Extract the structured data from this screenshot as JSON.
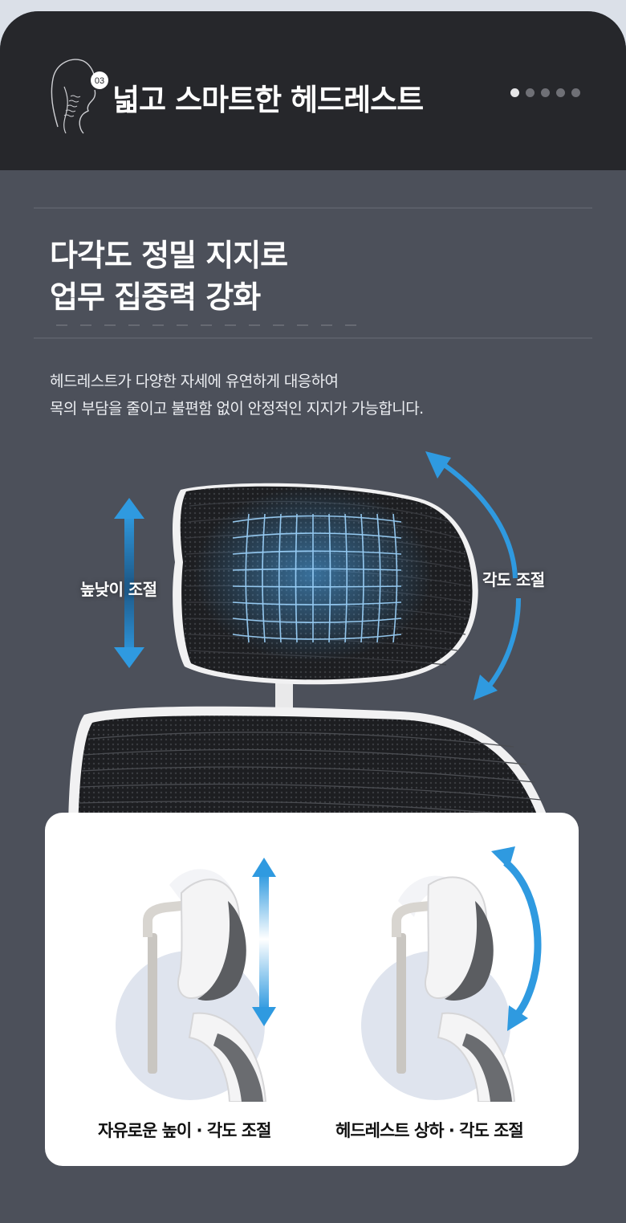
{
  "header": {
    "step_badge": "03",
    "title": "넓고 스마트한 헤드레스트",
    "pagination": {
      "total": 5,
      "active_index": 0
    }
  },
  "headline": {
    "line1": "다각도 정밀 지지로",
    "line2": "업무 집중력 강화"
  },
  "description": {
    "line1": "헤드레스트가 다양한 자세에 유연하게 대응하여",
    "line2": "목의 부담을 줄이고 불편함 없이 안정적인 지지가 가능합니다."
  },
  "hero": {
    "height_label": "높낮이 조절",
    "angle_label": "각도 조절"
  },
  "features": [
    {
      "caption": "자유로운 높이 · 각도 조절",
      "icon": "vertical-double-arrow"
    },
    {
      "caption": "헤드레스트 상하 · 각도 조절",
      "icon": "curved-double-arrow"
    }
  ],
  "colors": {
    "accent_blue": "#2f9ae0",
    "header_bg": "#26272b",
    "body_bg": "#4c505a",
    "card_bg": "#ffffff"
  }
}
